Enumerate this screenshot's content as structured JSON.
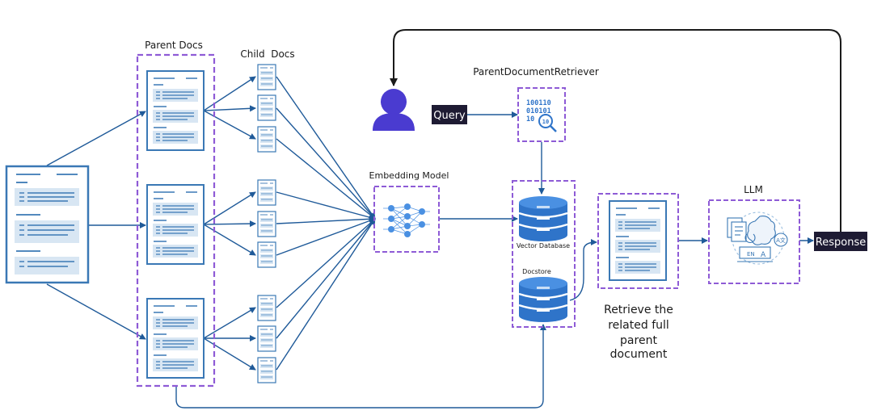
{
  "labels": {
    "parent_docs": "Parent Docs",
    "child_docs": "Child  Docs",
    "retriever": "ParentDocumentRetriever",
    "embedding_model": "Embedding Model",
    "vector_db": "Vector Database",
    "docstore": "Docstore",
    "llm": "LLM",
    "query": "Query",
    "response": "Response",
    "retrieve_line1": "Retrieve the",
    "retrieve_line2": "related full",
    "retrieve_line3": "parent",
    "retrieve_line4": "document",
    "binary_line1": "100110",
    "binary_line2": "010101",
    "binary_line3": "10",
    "binary_magnifier": "10",
    "lang_en": "EN",
    "lang_a": "A",
    "lang_az": "A文"
  },
  "colors": {
    "doc_blue": "#3a78b5",
    "doc_fill": "#d8e6f3",
    "line_blue": "#1f5a99",
    "dashed_purple": "#8e5bd6",
    "user_purple": "#4a3bd0",
    "db_blue": "#2f74c9",
    "dark_box": "#1e1b33",
    "black_line": "#1a1a1a"
  },
  "icons": {
    "user": "user-icon",
    "retriever": "binary-search-icon",
    "embedding": "neural-network-icon",
    "database": "database-icon",
    "llm": "llm-translation-icon"
  }
}
